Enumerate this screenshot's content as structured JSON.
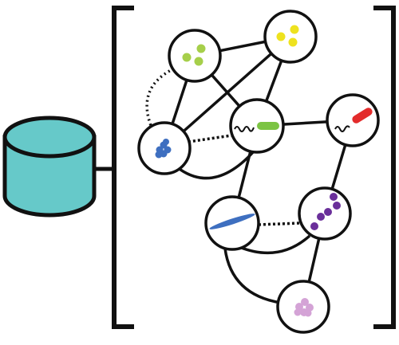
{
  "colors": {
    "stroke": "#111111",
    "node_fill": "#ffffff",
    "database_fill": "#66c9c9",
    "database_outline": "#111111"
  },
  "database": {
    "icon": "database-cylinder-icon"
  },
  "bracket": {
    "icon": "square-bracket-icon"
  },
  "nodes": [
    {
      "id": "lime-cocci",
      "icon": "coccus-cluster-icon",
      "color": "#a6cf4a"
    },
    {
      "id": "yellow-cocci",
      "icon": "coccus-cluster-icon",
      "color": "#eee21f"
    },
    {
      "id": "blue-cluster",
      "icon": "staphylococcus-icon",
      "color": "#3e6fc0"
    },
    {
      "id": "green-flagellated-rod",
      "icon": "flagellated-bacillus-icon",
      "color": "#7cc443"
    },
    {
      "id": "red-flagellated-rod",
      "icon": "flagellated-bacillus-icon",
      "color": "#e32b2b"
    },
    {
      "id": "blue-fusiform",
      "icon": "fusiform-bacterium-icon",
      "color": "#3e6fc0"
    },
    {
      "id": "purple-chain",
      "icon": "streptococcus-chain-icon",
      "color": "#6a2f9a"
    },
    {
      "id": "pink-cluster",
      "icon": "staphylococcus-icon",
      "color": "#d4a3d6"
    }
  ],
  "edges": [
    {
      "from": "lime-cocci",
      "to": "yellow-cocci",
      "style": "solid"
    },
    {
      "from": "lime-cocci",
      "to": "blue-cluster",
      "style": "solid"
    },
    {
      "from": "lime-cocci",
      "to": "green-flagellated-rod",
      "style": "solid"
    },
    {
      "from": "lime-cocci",
      "to": "blue-cluster",
      "style": "dotted"
    },
    {
      "from": "yellow-cocci",
      "to": "blue-cluster",
      "style": "solid"
    },
    {
      "from": "yellow-cocci",
      "to": "green-flagellated-rod",
      "style": "solid"
    },
    {
      "from": "blue-cluster",
      "to": "green-flagellated-rod",
      "style": "dotted"
    },
    {
      "from": "blue-cluster",
      "to": "green-flagellated-rod",
      "style": "solid-curved"
    },
    {
      "from": "green-flagellated-rod",
      "to": "red-flagellated-rod",
      "style": "solid"
    },
    {
      "from": "green-flagellated-rod",
      "to": "blue-fusiform",
      "style": "solid"
    },
    {
      "from": "red-flagellated-rod",
      "to": "purple-chain",
      "style": "solid"
    },
    {
      "from": "blue-fusiform",
      "to": "purple-chain",
      "style": "dotted"
    },
    {
      "from": "blue-fusiform",
      "to": "purple-chain",
      "style": "solid-curved"
    },
    {
      "from": "blue-fusiform",
      "to": "pink-cluster",
      "style": "solid-curved"
    },
    {
      "from": "purple-chain",
      "to": "pink-cluster",
      "style": "solid"
    }
  ]
}
